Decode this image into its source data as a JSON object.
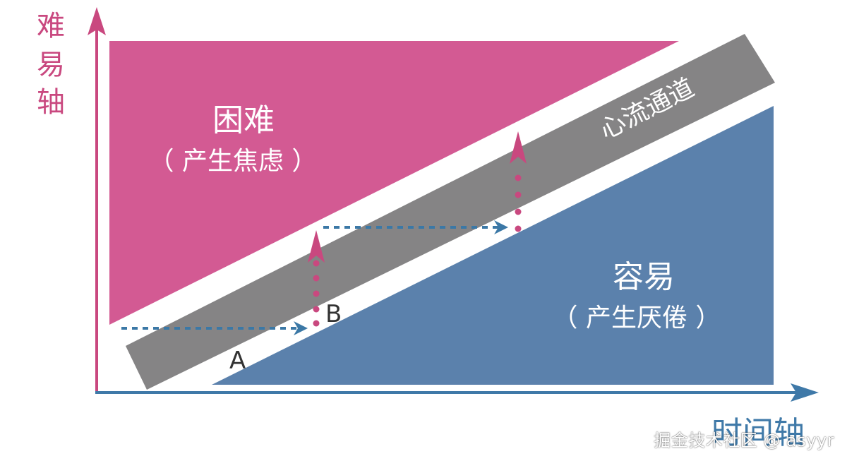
{
  "axes": {
    "y_label": [
      "难",
      "易",
      "轴"
    ],
    "x_label": "时间轴"
  },
  "regions": {
    "hard": {
      "title": "困难",
      "subtitle": "（ 产生焦虑 ）"
    },
    "easy": {
      "title": "容易",
      "subtitle": "（ 产生厌倦 ）"
    },
    "flow": {
      "label": "心流通道"
    }
  },
  "points": {
    "a": "A",
    "b": "B"
  },
  "watermark": "掘金技术社区 @ asyyr",
  "colors": {
    "hard": "#d35a93",
    "easy": "#5b81ac",
    "flow": "#858485",
    "y_axis": "#c9487f",
    "x_axis": "#3f79a8",
    "dash_blue": "#3b78a6",
    "dot_pink": "#c9487f",
    "text_dark": "#333333",
    "text_light": "#ffffff"
  }
}
